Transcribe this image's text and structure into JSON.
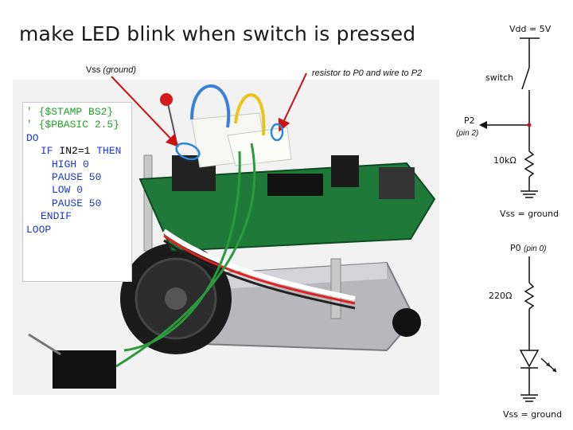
{
  "title": "make LED blink when switch is pressed",
  "annotations": {
    "vss_label": "Vss",
    "vss_paren": "(ground)",
    "resistor_wire": "resistor to P0 and wire to P2"
  },
  "schematic": {
    "vdd": "Vdd = 5V",
    "switch": "switch",
    "p2": "P2",
    "p2_pin": "(pin 2)",
    "r10k": "10kΩ",
    "vss1": "Vss = ground",
    "p0": "P0",
    "p0_pin": "(pin 0)",
    "r220": "220Ω",
    "vss2": "Vss = ground"
  },
  "code": {
    "line1": "' {$STAMP BS2}",
    "line2": "' {$PBASIC 2.5}",
    "line3": "DO",
    "line4_kw": "IF",
    "line4_cond": " IN2=1 ",
    "line4_kw2": "THEN",
    "line5": "HIGH 0",
    "line6": "PAUSE 50",
    "line7": "LOW 0",
    "line8": "PAUSE 50",
    "line9": "ENDIF",
    "line10": "LOOP"
  },
  "colors": {
    "arrow": "#cc1111",
    "highlight": "#2d86d6",
    "comment": "#22a12a",
    "keyword": "#1c39d1"
  }
}
